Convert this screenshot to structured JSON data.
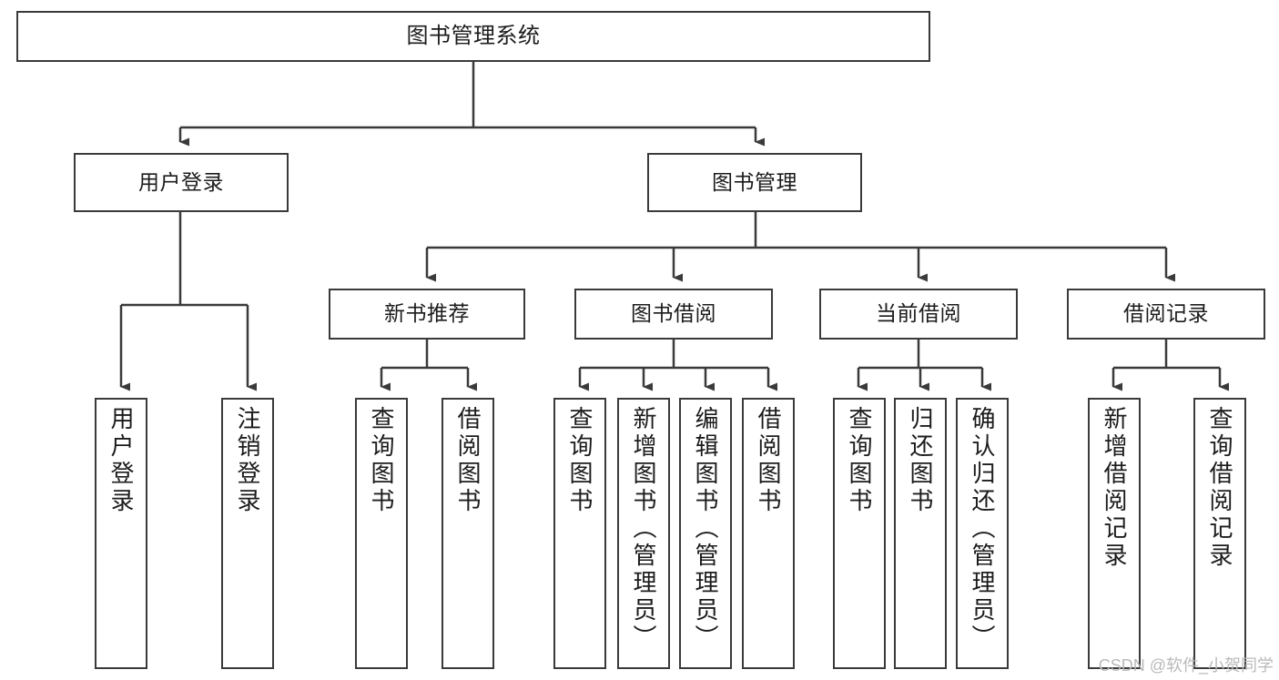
{
  "diagram": {
    "type": "tree-hierarchy",
    "title": "图书管理系统",
    "orientation": "top-down",
    "colors": {
      "background": "#ffffff",
      "node_fill": "#ffffff",
      "node_stroke": "#3a3a3a",
      "edge_stroke": "#3a3a3a",
      "text": "#1c1c1c",
      "watermark": "#b9b9b9"
    },
    "watermark": "CSDN @软件_小贺同学",
    "nodes": {
      "root": {
        "label": "图书管理系统"
      },
      "level2": [
        {
          "id": "user-login",
          "label": "用户登录"
        },
        {
          "id": "book-manage",
          "label": "图书管理"
        }
      ],
      "level3": [
        {
          "id": "new-book-recommend",
          "label": "新书推荐"
        },
        {
          "id": "book-borrow",
          "label": "图书借阅"
        },
        {
          "id": "current-borrow",
          "label": "当前借阅"
        },
        {
          "id": "borrow-record",
          "label": "借阅记录"
        }
      ],
      "leaves": {
        "user_login_children": [
          {
            "id": "leaf-user-login",
            "label": "用户登录"
          },
          {
            "id": "leaf-logout-login",
            "label": "注销登录"
          }
        ],
        "new_book_recommend_children": [
          {
            "id": "leaf-query-book-1",
            "label": "查询图书"
          },
          {
            "id": "leaf-borrow-book-1",
            "label": "借阅图书"
          }
        ],
        "book_borrow_children": [
          {
            "id": "leaf-query-book-2",
            "label": "查询图书"
          },
          {
            "id": "leaf-add-book",
            "label": "新增图书（管理员）"
          },
          {
            "id": "leaf-edit-book",
            "label": "编辑图书（管理员）"
          },
          {
            "id": "leaf-borrow-book-2",
            "label": "借阅图书"
          }
        ],
        "current_borrow_children": [
          {
            "id": "leaf-query-book-3",
            "label": "查询图书"
          },
          {
            "id": "leaf-return-book",
            "label": "归还图书"
          },
          {
            "id": "leaf-confirm-return",
            "label": "确认归还（管理员）"
          }
        ],
        "borrow_record_children": [
          {
            "id": "leaf-add-borrow-record",
            "label": "新增借阅记录"
          },
          {
            "id": "leaf-query-borrow-record",
            "label": "查询借阅记录"
          }
        ]
      }
    }
  }
}
